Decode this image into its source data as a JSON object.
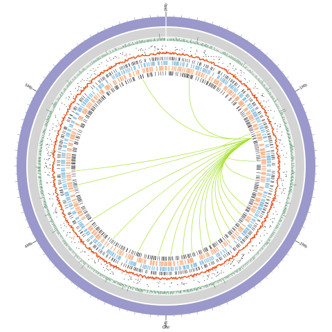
{
  "chromosome": {
    "label": "Chr",
    "total_mb": 6.0,
    "major_ticks": [
      {
        "mb": 0,
        "label": "0Mb"
      },
      {
        "mb": 1,
        "label": "1Mb"
      },
      {
        "mb": 2,
        "label": "2Mb"
      },
      {
        "mb": 3,
        "label": "3Mb"
      },
      {
        "mb": 4,
        "label": "4Mb"
      },
      {
        "mb": 5,
        "label": "5Mb"
      }
    ]
  },
  "tracks": [
    {
      "name": "ideogram",
      "color": "#9b98cc"
    },
    {
      "name": "outer-band",
      "color": "#d4d4d4"
    },
    {
      "name": "inner-band",
      "color": "#e6e6e6"
    },
    {
      "name": "histogram",
      "color": "#1e7a3c"
    },
    {
      "name": "scatter",
      "color": "#222222"
    },
    {
      "name": "gc-line",
      "color": "#e34a0e"
    },
    {
      "name": "forward-genes",
      "color": "#222222"
    },
    {
      "name": "reverse-genes",
      "color": "#8fc4e4"
    },
    {
      "name": "rna-genes",
      "color": "#f7b58a"
    },
    {
      "name": "cog-genes",
      "color": "#222222"
    }
  ],
  "links": {
    "color": "#a6e22e",
    "hub_mb": 1.2,
    "targets_mb": [
      0.25,
      1.15,
      1.45,
      1.65,
      1.95,
      2.05,
      2.15,
      2.25,
      2.35,
      2.5,
      2.6,
      2.72,
      2.82,
      2.95,
      3.08,
      3.3,
      3.6,
      3.9,
      4.3,
      4.45,
      5.75
    ]
  }
}
